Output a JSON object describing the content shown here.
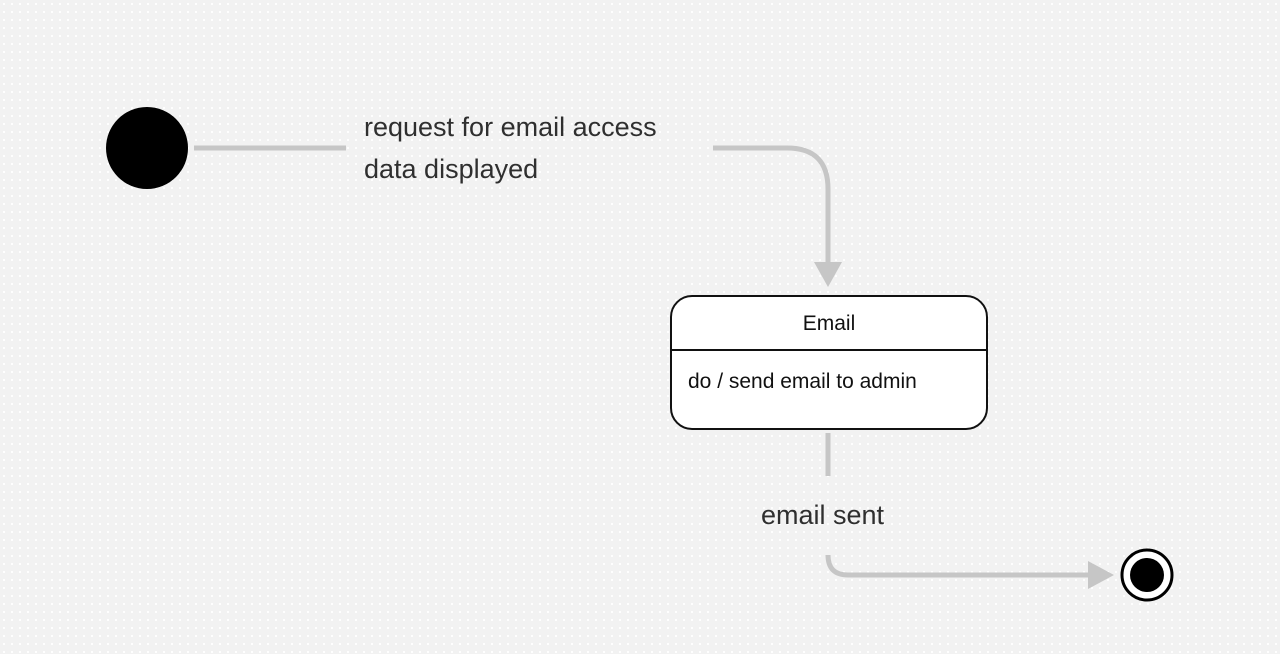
{
  "diagram": {
    "type": "state-machine",
    "colors": {
      "background": "#f2f2f2",
      "connector": "#c6c6c6",
      "node": "#000000",
      "state_fill": "#ffffff",
      "text": "#2f2f2f"
    },
    "initial_node": {
      "shape": "filled-circle"
    },
    "final_node": {
      "shape": "bullseye-circle"
    },
    "state": {
      "name": "Email",
      "activity": "do / send email to admin"
    },
    "transitions": [
      {
        "from": "initial",
        "to": "Email",
        "label_lines": [
          "request for email access",
          "data displayed"
        ]
      },
      {
        "from": "Email",
        "to": "final",
        "label_lines": [
          "email sent"
        ]
      }
    ]
  }
}
